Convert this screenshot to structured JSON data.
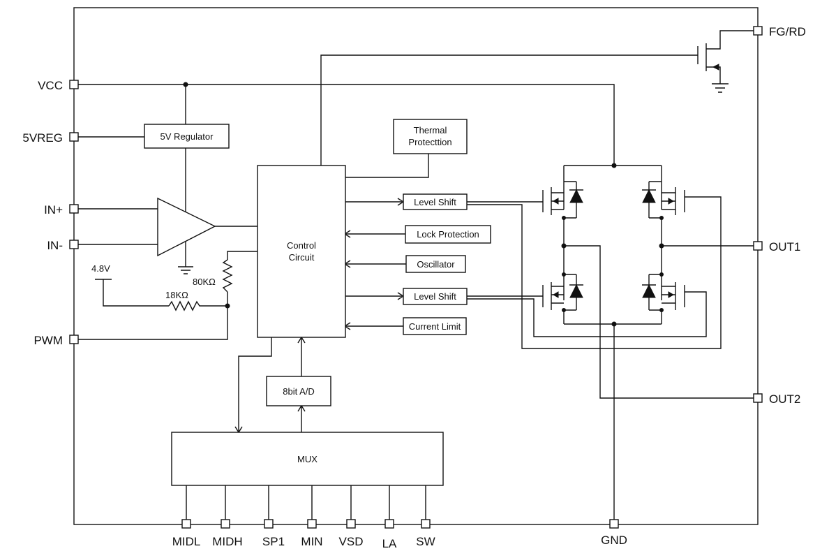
{
  "pins": {
    "vcc": "VCC",
    "vreg": "5VREG",
    "in_plus": "IN+",
    "in_minus": "IN-",
    "pwm": "PWM",
    "fg_rd": "FG/RD",
    "out1": "OUT1",
    "out2": "OUT2",
    "gnd": "GND",
    "midl": "MIDL",
    "midh": "MIDH",
    "sp1": "SP1",
    "min": "MIN",
    "vsd": "VSD",
    "la": "LA",
    "sw": "SW"
  },
  "blocks": {
    "regulator": "5V Regulator",
    "thermal_line1": "Thermal",
    "thermal_line2": "Protecttion",
    "control_line1": "Control",
    "control_line2": "Circuit",
    "level_shift_top": "Level Shift",
    "lock_protection": "Lock Protection",
    "oscillator": "Oscillator",
    "level_shift_bottom": "Level Shift",
    "current_limit": "Current Limit",
    "adc": "8bit A/D",
    "mux": "MUX"
  },
  "components": {
    "voltage_ref": "4.8V",
    "resistor_80k": "80KΩ",
    "resistor_18k": "18KΩ"
  }
}
